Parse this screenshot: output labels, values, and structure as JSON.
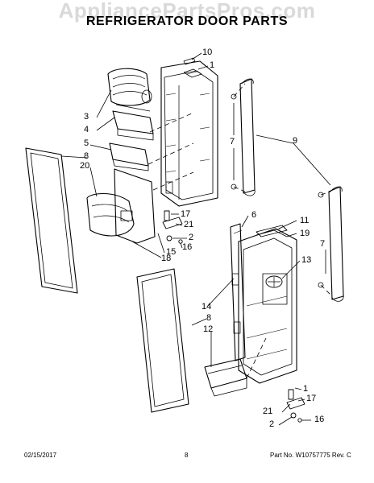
{
  "watermark": "AppliancePartsPros.com",
  "title": "REFRIGERATOR DOOR PARTS",
  "footer": {
    "date": "02/15/2017",
    "page": "8",
    "part_number": "Part No.  W10757775  Rev.  C"
  },
  "callouts": [
    "10",
    "1",
    "3",
    "4",
    "5",
    "8",
    "20",
    "7",
    "9",
    "17",
    "21",
    "2",
    "16",
    "15",
    "18",
    "6",
    "11",
    "19",
    "13",
    "7",
    "14",
    "8",
    "12",
    "1",
    "17",
    "21",
    "2",
    "16"
  ]
}
